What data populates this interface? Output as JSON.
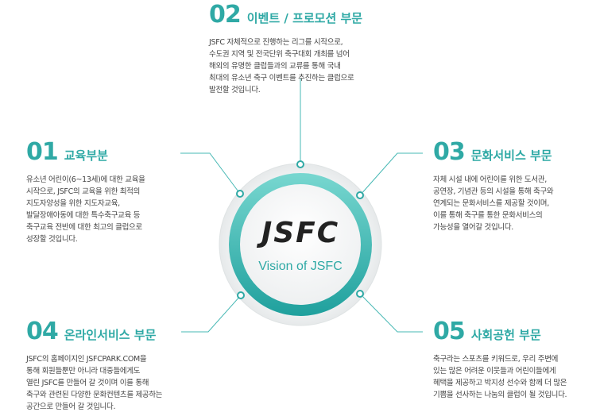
{
  "center": {
    "logo": "JSFC",
    "subtitle": "Vision of JSFC"
  },
  "colors": {
    "accent": "#2fa9a5",
    "ring_light": "#6fd3cc",
    "ring_dark": "#23a3a0",
    "connector": "#47b8b4"
  },
  "sections": [
    {
      "number": "01",
      "title": "교육부분",
      "lines": [
        "유소년 어린이(6~13세)에 대한 교육을",
        "시작으로, JSFC의 교육을 위한 최적의",
        "지도자양성을 위한 지도자교육,",
        "발달장애아동에 대한 특수축구교육 등",
        "축구교육 전반에 대한 최고의 클럽으로",
        "성장할 것입니다."
      ]
    },
    {
      "number": "02",
      "title": "이벤트 / 프로모션 부문",
      "lines": [
        "JSFC 자체적으로 진행하는 리그를 시작으로,",
        "수도권 지역 및 전국단위 축구대회 개최를 넘어",
        "해외의 유명한 클럽들과의 교류를 통해 국내",
        "최대의 유소년 축구 이벤트를 추진하는 클럽으로",
        "발전할 것입니다."
      ]
    },
    {
      "number": "03",
      "title": "문화서비스 부문",
      "lines": [
        "자체 시설 내에 어린이를 위한 도서관,",
        "공연장, 기념관 등의 시설을 통해 축구와",
        "연계되는 문화서비스를 제공할 것이며,",
        "이를 통해 축구를 통한 문화서비스의",
        "가능성을 열어갈 것입니다."
      ]
    },
    {
      "number": "04",
      "title": "온라인서비스 부문",
      "lines": [
        "JSFC의 홈페이지인 JSFCPARK.COM을",
        "통해 회원들뿐만 아니라 대중들에게도",
        "열린 JSFC를 만들어 갈 것이며 이를 통해",
        "축구와 관련된 다양한 문화컨텐츠를 제공하는",
        "공간으로 만들어 갈 것입니다."
      ]
    },
    {
      "number": "05",
      "title": "사회공헌 부문",
      "lines": [
        "축구라는 스포츠를 키워드로, 우리 주변에",
        "있는 많은 어려운 이웃들과 어린이들에게",
        "혜택을 제공하고 박지성 선수와 함께 더 많은",
        "기쁨을 선사하는 나눔의 클럽이 될 것입니다."
      ]
    }
  ]
}
